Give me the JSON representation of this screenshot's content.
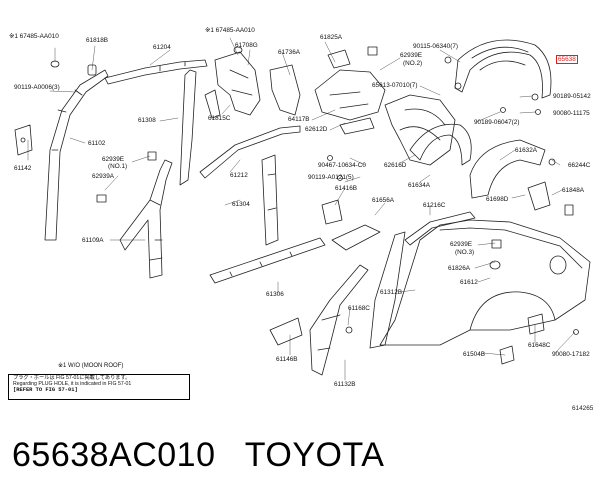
{
  "caption": {
    "part_number": "65638AC010",
    "brand": "TOYOTA"
  },
  "diagram_code": "614265",
  "notes": {
    "moon_roof": "※1 W/O (MOON ROOF)",
    "box": [
      "プラグ・ホールは FIG 57-01に掲載してあります。",
      "Regarding PLUG HOLE, it is indicated in FIG 57-01",
      "[REFER TO FIG 57-01]"
    ]
  },
  "labels": {
    "l_67485_left": "※1 67485-AA010",
    "l_61818b": "61818B",
    "l_61204": "61204",
    "l_67485_top": "※1 67485-AA010",
    "l_61708g": "61708G",
    "l_61736a": "61736A",
    "l_61825a": "61825A",
    "l_62939e_no2": "62939E",
    "l_no2": "(NO.2)",
    "l_90115": "90115-06340(7)",
    "l_65638": "65638",
    "l_90119_top": "90119-A0006(3)",
    "l_61308": "61308",
    "l_61815c": "61815C",
    "l_64117b": "64117B",
    "l_62612d": "62612D",
    "l_65613": "65613-07010(7)",
    "l_90189_a": "90189-05142",
    "l_90080": "90080-11175",
    "l_90189_b": "90189-06047(2)",
    "l_61142": "61142",
    "l_61102": "61102",
    "l_62939e_no1": "62939E",
    "l_no1": "(NO.1)",
    "l_62939a": "62939A",
    "l_61212": "61212",
    "l_90467": "90467-10634-C0",
    "l_62616d": "62616D",
    "l_61632a": "61632A",
    "l_66244c": "66244C",
    "l_90119_mid": "90119-A0121(5)",
    "l_61634a": "61634A",
    "l_61416b": "61416B",
    "l_61848a": "61848A",
    "l_61698d": "61698D",
    "l_61304": "61304",
    "l_61656a": "61656A",
    "l_61216c": "61216C",
    "l_61109a": "61109A",
    "l_62939e_no3": "62939E",
    "l_no3": "(NO.3)",
    "l_61826a": "61826A",
    "l_61612": "61612",
    "l_61306": "61306",
    "l_61312b": "61312B",
    "l_61168c": "61168C",
    "l_61146b": "61146B",
    "l_61648c": "61648C",
    "l_61504b": "61504B",
    "l_90080_17182": "90080-17182",
    "l_61132b": "61132B"
  }
}
